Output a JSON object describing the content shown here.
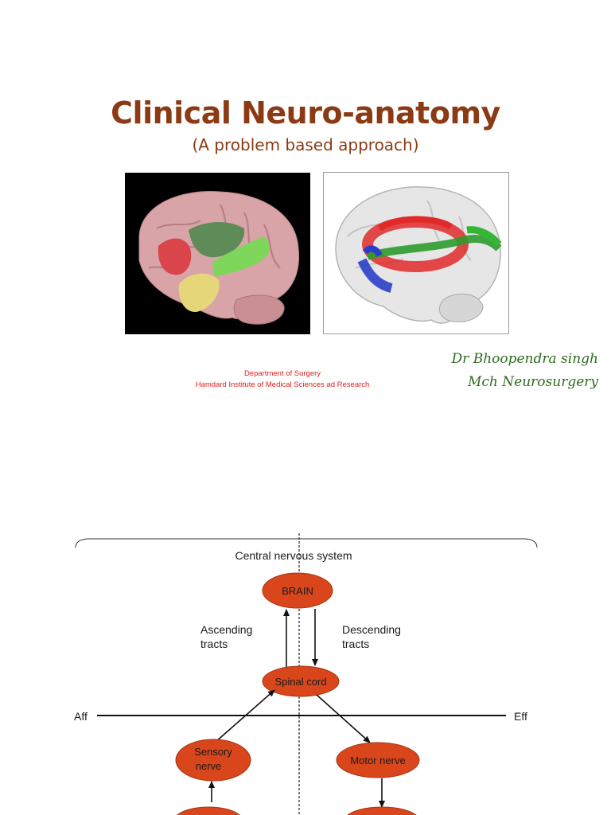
{
  "slide1": {
    "title": "Clinical Neuro-anatomy",
    "subtitle": "(A problem based approach)",
    "department": "Department of Surgery",
    "institute": "Hamdard Institute of Medical Sciences ad Research",
    "author_name": "Dr Bhoopendra singh",
    "author_degree": "Mch Neurosurgery"
  },
  "slide2": {
    "heading": "Central nervous system",
    "nodes": {
      "brain": "BRAIN",
      "spinal_cord": "Spinal cord",
      "sensory_line1": "Sensory",
      "sensory_line2": "nerve",
      "motor": "Motor nerve"
    },
    "labels": {
      "ascending_line1": "Ascending",
      "ascending_line2": "tracts",
      "descending_line1": "Descending",
      "descending_line2": "tracts",
      "aff": "Aff",
      "eff": "Eff"
    }
  },
  "colors": {
    "title": "#8b3a14",
    "department": "#e0201b",
    "author": "#2f6b1e",
    "node_fill": "#d9461b"
  }
}
